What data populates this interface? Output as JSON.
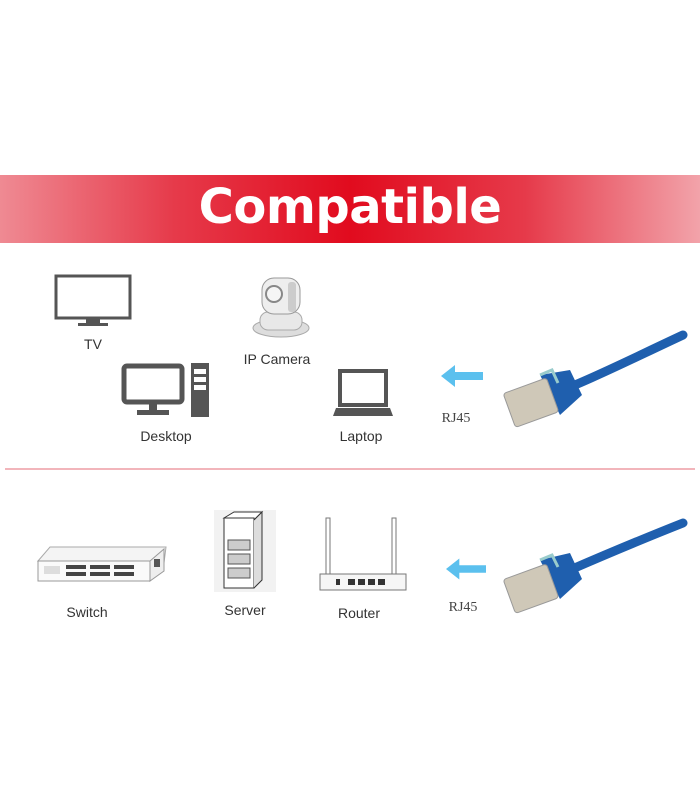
{
  "banner": {
    "title": "Compatible"
  },
  "top_section": {
    "devices": [
      {
        "label": "TV",
        "icon": "tv-icon"
      },
      {
        "label": "IP Camera",
        "icon": "ip-camera-icon"
      },
      {
        "label": "Desktop",
        "icon": "desktop-icon"
      },
      {
        "label": "Laptop",
        "icon": "laptop-icon"
      }
    ],
    "connector_label": "RJ45"
  },
  "bottom_section": {
    "devices": [
      {
        "label": "Switch",
        "icon": "switch-icon"
      },
      {
        "label": "Server",
        "icon": "server-icon"
      },
      {
        "label": "Router",
        "icon": "router-icon"
      }
    ],
    "connector_label": "RJ45"
  },
  "colors": {
    "banner_red": "#e10b1e",
    "icon_gray": "#555555",
    "arrow_blue": "#5bc0ee",
    "cable_blue": "#1f5fae"
  }
}
